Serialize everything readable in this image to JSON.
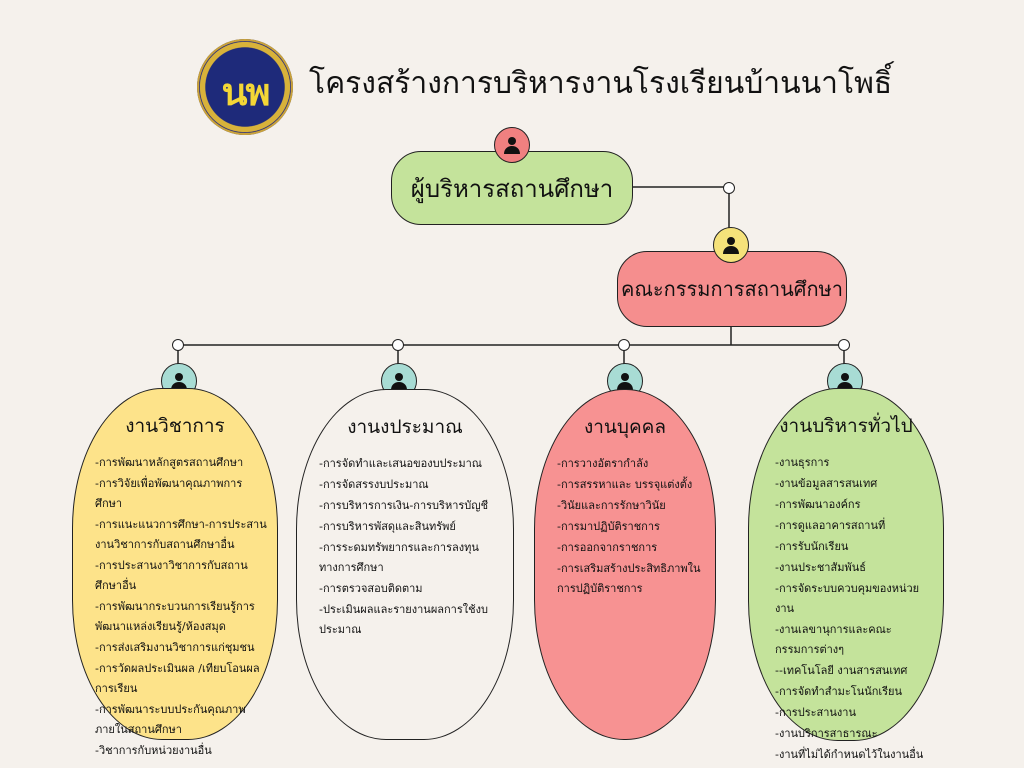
{
  "title": "โครงสร้างการบริหารงานโรงเรียนบ้านนาโพธิ์",
  "logo": {
    "text": "นพ",
    "icon": "school-seal-icon"
  },
  "admin": {
    "label": "ผู้บริหารสถานศึกษา",
    "avatar_color": "#f08080",
    "fill": "#c4e39b"
  },
  "board": {
    "label": "คณะกรรมการสถานศึกษา",
    "avatar_color": "#f5e27a",
    "fill": "#f58e8e"
  },
  "avatar_icon": "person-icon",
  "departments": [
    {
      "name": "งานวิชาการ",
      "fill": "#fde38a",
      "avatar_color": "#a8dcd4",
      "items": [
        "-การพัฒนาหลักสูตรสถานศึกษา",
        "-การวิจัยเพื่อพัฒนาคุณภาพการศึกษา",
        "-การแนะแนวการศึกษา-การประสานงานวิชาการกับสถานศึกษาอื่น",
        "-การประสานงาวิชาการกับสถานศึกษาอื่น",
        "-การพัฒนากระบวนการเรียนรู้การพัฒนาแหล่งเรียนรู้/ห้องสมุด",
        "-การส่งเสริมงานวิชาการแก่ชุมชน",
        "-การวัดผลประเมินผล /เทียบโอนผลการเรียน",
        "-การพัฒนาระบบประกันคุณภาพภายในสถานศึกษา",
        "-วิชาการกับหน่วยงานอื่น"
      ]
    },
    {
      "name": "งานงประมาณ",
      "fill": "#f5f1ec",
      "avatar_color": "#a8dcd4",
      "items": [
        "-การจัดทำและเสนอของบประมาณ",
        "-การจัดสรรงบประมาณ",
        "-การบริหารการเงิน-การบริหารบัญชี",
        "-การบริหารพัสดุและสินทรัพย์",
        "-การระดมทรัพยากรและการลงทุนทางการศึกษา",
        "-การตรวจสอบติดตาม",
        "-ประเมินผลและรายงานผลการใช้งบประมาณ"
      ]
    },
    {
      "name": "งานบุคคล",
      "fill": "#f79292",
      "avatar_color": "#a8dcd4",
      "items": [
        "-การวางอัตรากำลัง",
        "-การสรรหาและ บรรจุแต่งตั้ง",
        "-วินัยและการรักษาวินัย",
        "-การมาปฏิบัติราชการ",
        "-การออกจากราชการ",
        "-การเสริมสร้างประสิทธิภาพในการปฏิบัติราชการ"
      ]
    },
    {
      "name": "งานบริหารทั่วไป",
      "fill": "#c4e39b",
      "avatar_color": "#a8dcd4",
      "items": [
        "-งานธุรการ",
        "-งานข้อมูลสารสนเทศ",
        "-การพัฒนาองค์กร",
        "-การดูแลอาคารสถานที่",
        "-การรับนักเรียน",
        "-งานประชาสัมพันธ์",
        "-การจัดระบบควบคุมของหน่วยงาน",
        "-งานเลขานุการและคณะกรรมการต่างๆ",
        "--เทคโนโลยี งานสารสนเทศ",
        "-การจัดทำสำมะโนนักเรียน",
        "-การประสานงาน",
        "-งานบริการสาธารณะ",
        "-งานที่ไม่ได้กำหนดไว้ในงานอื่น"
      ]
    }
  ]
}
